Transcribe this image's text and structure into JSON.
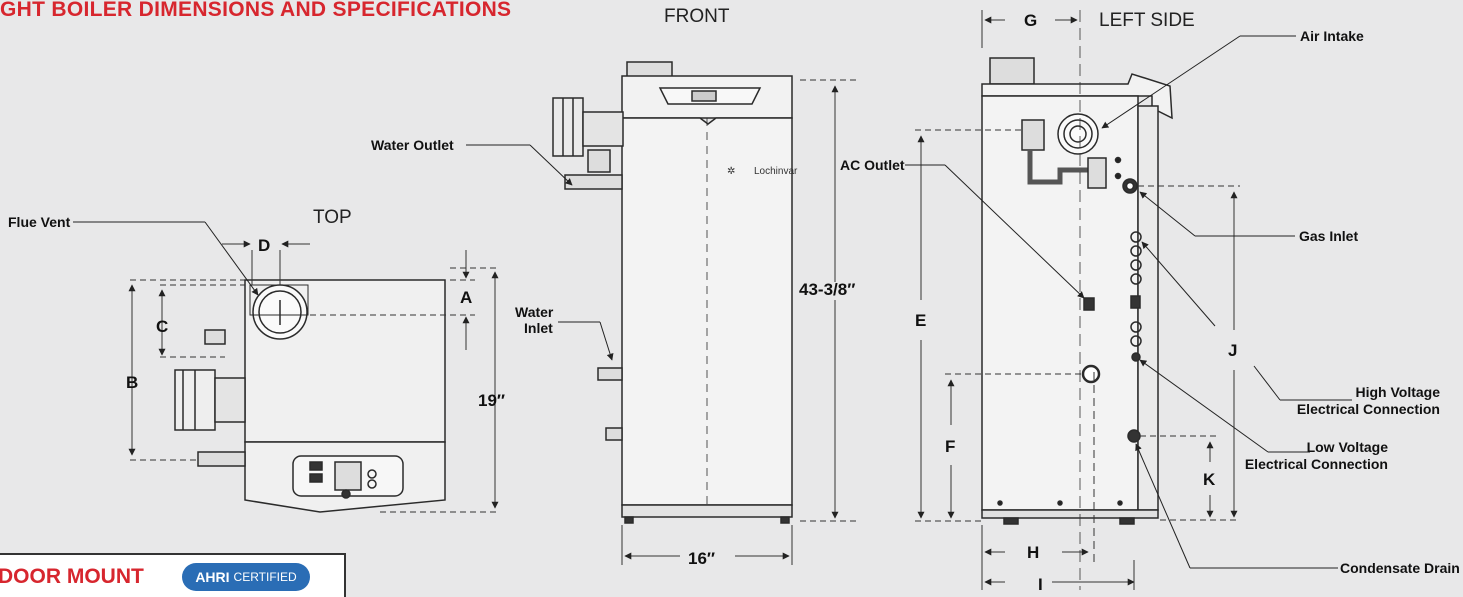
{
  "title": "GHT BOILER DIMENSIONS AND SPECIFICATIONS",
  "views": {
    "front": "FRONT",
    "left_side": "LEFT SIDE",
    "top": "TOP"
  },
  "callouts": {
    "water_outlet": "Water Outlet",
    "flue_vent": "Flue Vent",
    "water_inlet_1": "Water",
    "water_inlet_2": "Inlet",
    "ac_outlet": "AC Outlet",
    "air_intake": "Air Intake",
    "gas_inlet": "Gas Inlet",
    "high_voltage_1": "High Voltage",
    "high_voltage_2": "Electrical Connection",
    "low_voltage_1": "Low Voltage",
    "low_voltage_2": "Electrical Connection",
    "condensate_drain": "Condensate Drain"
  },
  "dimensions": {
    "A": "A",
    "B": "B",
    "C": "C",
    "D": "D",
    "E": "E",
    "F": "F",
    "G": "G",
    "H": "H",
    "I": "I",
    "J": "J",
    "K": "K",
    "depth": "19″",
    "height": "43-3/8″",
    "width": "16″"
  },
  "brand": "Lochinvar",
  "badge": {
    "text": "DOOR MOUNT",
    "logo": "AHRI",
    "logo_sub": "CERTIFIED"
  },
  "colors": {
    "accent": "#d7262e",
    "background": "#e8e8e9",
    "line": "#2b2b2b",
    "ahri": "#2a6db5"
  }
}
